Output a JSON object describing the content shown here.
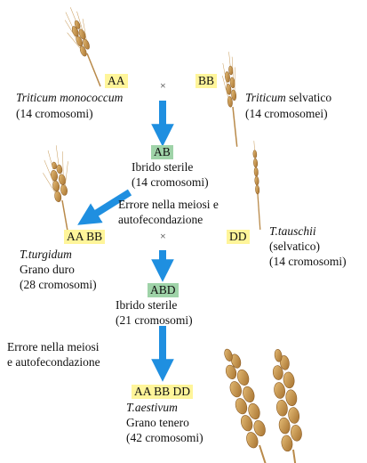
{
  "colors": {
    "arrow": "#1f8fe0",
    "genome_highlight": "#fff59a",
    "hybrid_highlight": "#9fd3a8",
    "wheat_light": "#d9a862",
    "wheat_dark": "#a36e2c"
  },
  "icons": [
    "wheat-ear-icon",
    "cross-symbol",
    "arrow-down-icon",
    "arrow-diagonal-icon"
  ],
  "cross_symbol": "×",
  "monococcum": {
    "genome": "AA",
    "name_italic": "Triticum monococcum",
    "chromosomes": "(14 cromosomi)"
  },
  "wild_triticum": {
    "genome": "BB",
    "name_italic": "Triticum",
    "name_rest": " selvatico",
    "chromosomes": "(14 cromosomei)"
  },
  "hybrid1": {
    "genome": "AB",
    "label": "Ibrido sterile",
    "chromosomes": "(14 cromosomi)"
  },
  "error1": {
    "line1": "Errore nella meiosi e",
    "line2": "autofecondazione"
  },
  "turgidum": {
    "genome": "AA BB",
    "name_italic": "T.turgidum",
    "common": "Grano duro",
    "chromosomes": "(28 cromosomi)"
  },
  "tauschii": {
    "genome": "DD",
    "name_italic": "T.tauschii",
    "note": "(selvatico)",
    "chromosomes": "(14 cromosomi)"
  },
  "hybrid2": {
    "genome": "ABD",
    "label": "Ibrido sterile",
    "chromosomes": "(21 cromosomi)"
  },
  "error2": {
    "line1": "Errore nella meiosi",
    "line2": "e autofecondazione"
  },
  "aestivum": {
    "genome": "AA BB DD",
    "name_italic": "T.aestivum",
    "common": "Grano tenero",
    "chromosomes": "(42 cromosomi)"
  }
}
